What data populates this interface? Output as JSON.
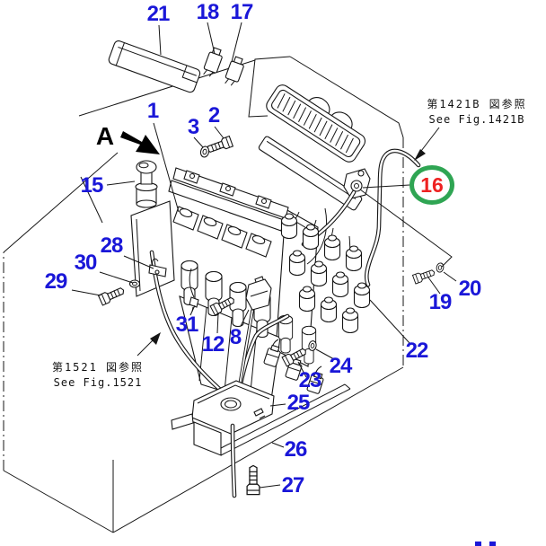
{
  "figure": {
    "view_arrow_label": "A",
    "highlighted_part": "16"
  },
  "callouts": {
    "n1": "1",
    "n2": "2",
    "n3": "3",
    "n8": "8",
    "n12": "12",
    "n15": "15",
    "n16": "16",
    "n17": "17",
    "n18": "18",
    "n19": "19",
    "n20": "20",
    "n21": "21",
    "n22": "22",
    "n23": "23",
    "n24": "24",
    "n25": "25",
    "n26": "26",
    "n27": "27",
    "n28": "28",
    "n29": "29",
    "n30": "30",
    "n31": "31"
  },
  "references": {
    "fig1421b": {
      "jp": "第1421B 図参照",
      "en": "See Fig.1421B"
    },
    "fig1521": {
      "jp": "第1521 図参照",
      "en": "See Fig.1521"
    }
  },
  "colors": {
    "callout_blue": "#1a17d8",
    "highlight_red": "#ee2222",
    "highlight_ring_green": "#2fa553",
    "line_black": "#151515",
    "background": "#ffffff"
  }
}
